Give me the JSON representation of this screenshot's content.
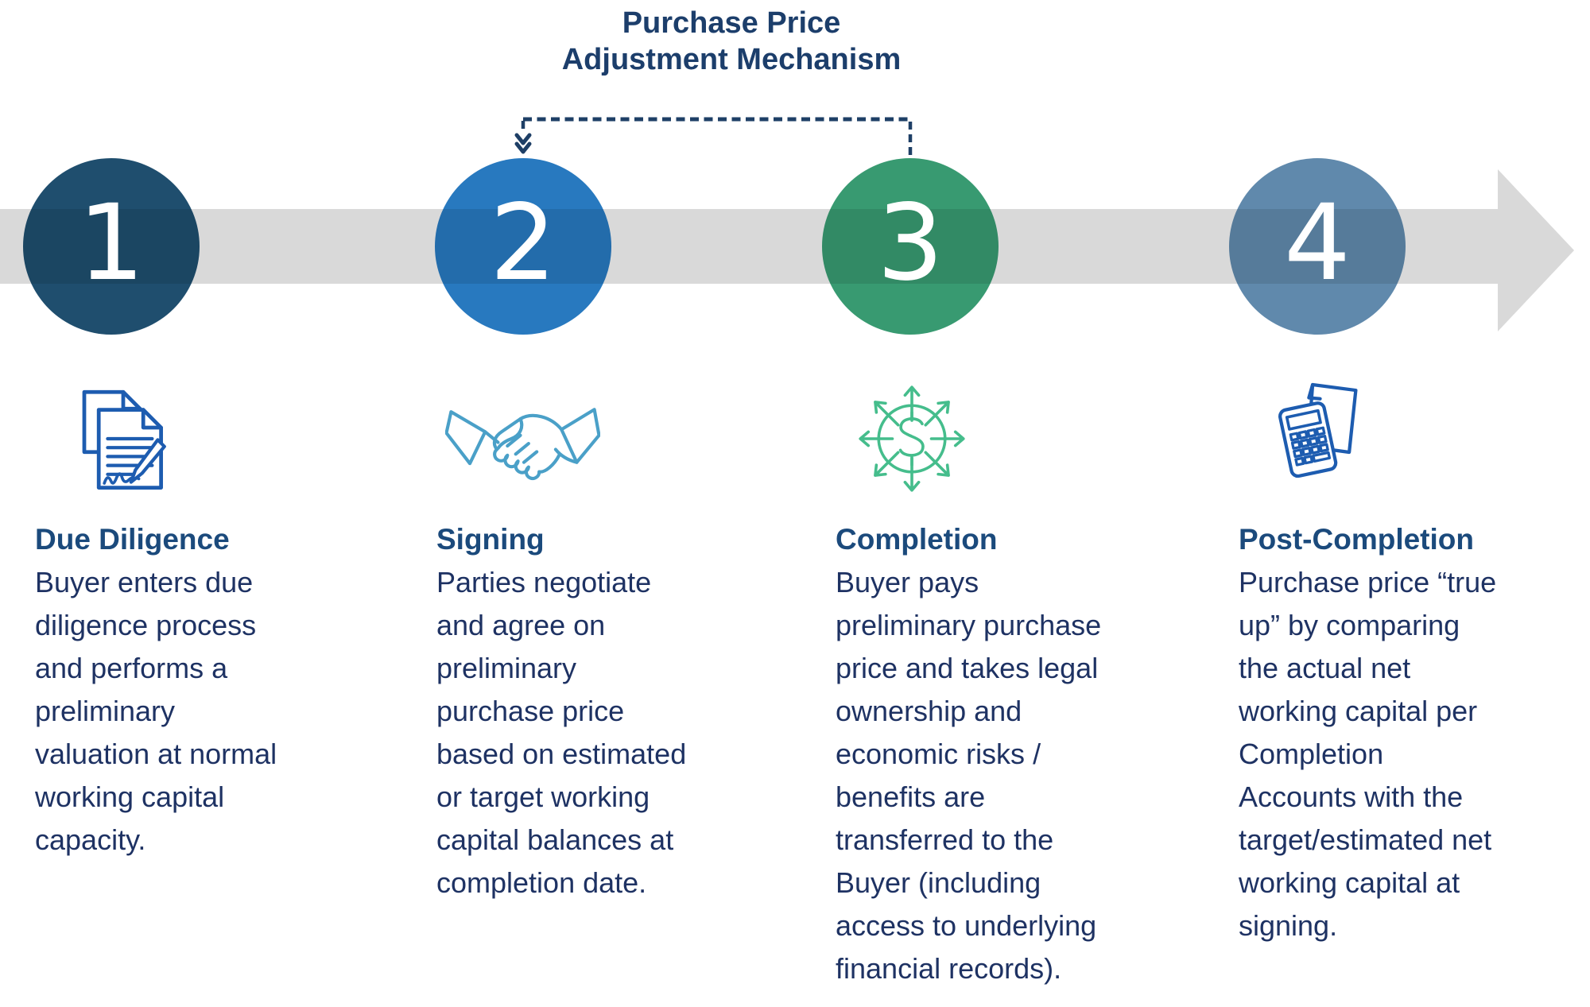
{
  "title": {
    "line1": "Purchase Price",
    "line2": "Adjustment Mechanism"
  },
  "steps": [
    {
      "number": "1",
      "circle_color": "#1f4e6e",
      "icon": "signed-documents-icon",
      "heading": "Due Diligence",
      "body": "Buyer enters due diligence process and performs a preliminary valuation at normal working capital capacity."
    },
    {
      "number": "2",
      "circle_color": "#2879bf",
      "icon": "handshake-icon",
      "heading": "Signing",
      "body": "Parties negotiate and agree on preliminary purchase price based on estimated or target working capital balances at completion date."
    },
    {
      "number": "3",
      "circle_color": "#389a71",
      "icon": "money-distribution-icon",
      "heading": "Completion",
      "body": "Buyer pays preliminary purchase price and takes legal ownership and economic risks / benefits are transferred to the Buyer (including access to underlying financial records)."
    },
    {
      "number": "4",
      "circle_color": "#6089ac",
      "icon": "calculator-document-icon",
      "heading": "Post-Completion",
      "body": "Purchase price “true up” by comparing the actual net working capital per Completion Accounts with the target/estimated net working capital at signing."
    }
  ],
  "colors": {
    "title_text": "#1c3e6b",
    "heading_text": "#1b4a7c",
    "body_text": "#1e3263",
    "dashed_bracket": "#1e3f66",
    "timeline_band": "#d9d9d9",
    "icon_blue": "#1d5cb0",
    "icon_light_blue": "#4aa0c8",
    "icon_green": "#45bd8c"
  }
}
